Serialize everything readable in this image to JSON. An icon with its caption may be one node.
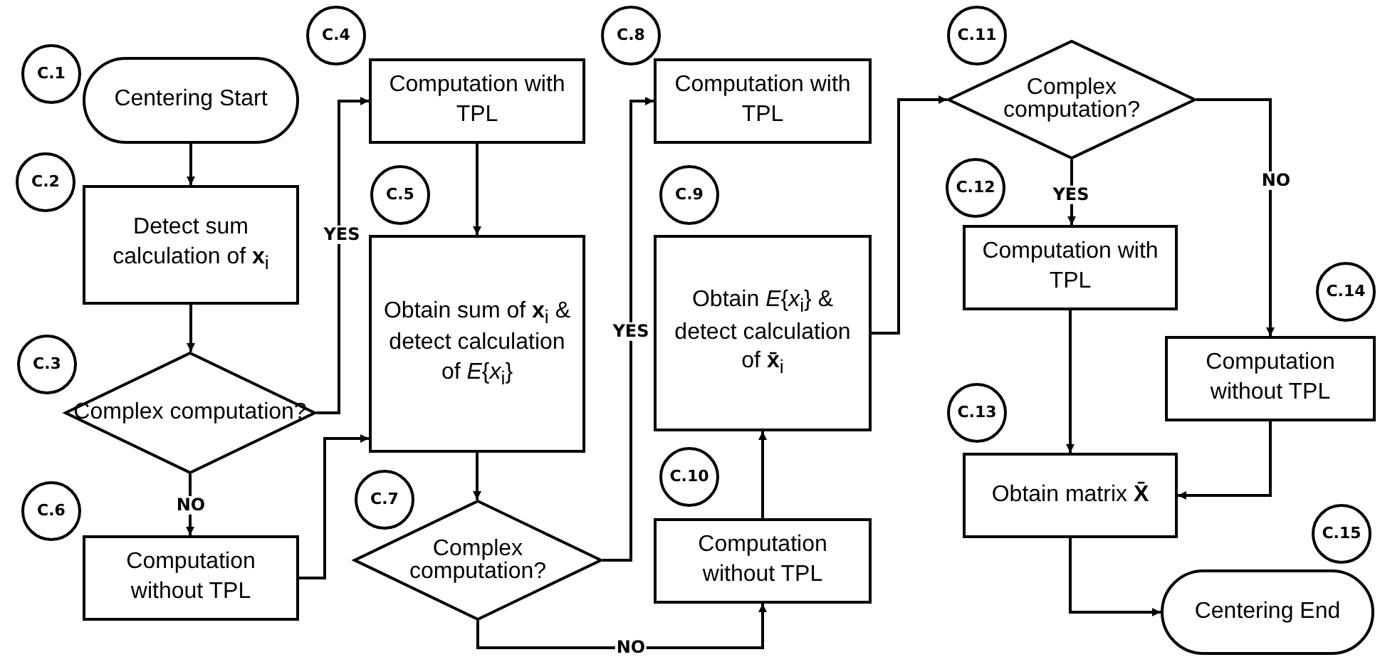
{
  "diagram": {
    "nodes": [
      {
        "text": [
          "C.1"
        ]
      },
      {
        "text": [
          "Centering Start"
        ]
      },
      {
        "text": [
          "C.2"
        ]
      },
      {
        "text": [
          "Detect sum calculation of **x**$_{i}$"
        ]
      },
      {
        "text": [
          "C.3"
        ]
      },
      {
        "text": [
          "Complex computation?"
        ]
      },
      {
        "text": [
          "C.4"
        ]
      },
      {
        "text": [
          "Computation with TPL"
        ]
      },
      {
        "text": [
          "C.5"
        ]
      },
      {
        "text": [
          "Obtain sum of **x**$_{i}$ & detect calculation of *E*{*x*$_{i}$}"
        ]
      },
      {
        "text": [
          "C.6"
        ]
      },
      {
        "text": [
          "Computation without TPL"
        ]
      },
      {
        "text": [
          "C.7"
        ]
      },
      {
        "text": [
          "Complex computation?"
        ]
      },
      {
        "text": [
          "C.8"
        ]
      },
      {
        "text": [
          "Computation with TPL"
        ]
      },
      {
        "text": [
          "C.9"
        ]
      },
      {
        "text": [
          "Obtain *E*{*x*$_{i}$} & detect calculation of **x̄**$_{i}$"
        ]
      },
      {
        "text": [
          "C.10"
        ]
      },
      {
        "text": [
          "Computation without TPL"
        ]
      },
      {
        "text": [
          "C.11"
        ]
      },
      {
        "text": [
          "Complex computation?"
        ]
      },
      {
        "text": [
          "C.12"
        ]
      },
      {
        "text": [
          "Computation with TPL"
        ]
      },
      {
        "text": [
          "C.13"
        ]
      },
      {
        "text": [
          "Obtain matrix **X̄**"
        ]
      },
      {
        "text": [
          "C.14"
        ]
      },
      {
        "text": [
          "Computation without TPL"
        ]
      },
      {
        "text": [
          "C.15"
        ]
      },
      {
        "text": [
          "Centering End"
        ]
      }
    ],
    "edges": [
      {
        "from": 1,
        "to": 3,
        "arrow": "to"
      },
      {
        "from": 3,
        "to": 5,
        "arrow": "to"
      },
      {
        "from": 5,
        "to": 7,
        "arrow": "to",
        "label": "YES"
      },
      {
        "from": 5,
        "to": 11,
        "arrow": "to",
        "label": "NO"
      },
      {
        "from": 11,
        "to": 9,
        "arrow": "to"
      },
      {
        "from": 7,
        "to": 9,
        "arrow": "to"
      },
      {
        "from": 9,
        "to": 13,
        "arrow": "to"
      },
      {
        "from": 13,
        "to": 15,
        "arrow": "to",
        "label": "YES"
      },
      {
        "from": 13,
        "to": 19,
        "arrow": "to",
        "label": "NO"
      },
      {
        "from": 19,
        "to": 17,
        "arrow": "to"
      },
      {
        "from": 17,
        "to": 21,
        "arrow": "to"
      },
      {
        "from": 21,
        "to": 23,
        "arrow": "to",
        "label": "YES"
      },
      {
        "from": 21,
        "to": 27,
        "arrow": "to",
        "label": "NO"
      },
      {
        "from": 23,
        "to": 25,
        "arrow": "to"
      },
      {
        "from": 27,
        "to": 25,
        "arrow": "to"
      },
      {
        "from": 25,
        "to": 29,
        "arrow": "to"
      }
    ]
  }
}
